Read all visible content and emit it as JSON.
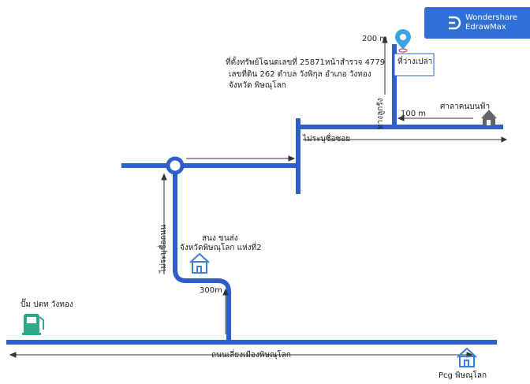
{
  "brand": {
    "line1": "Wondershare",
    "line2": "EdrawMax"
  },
  "labels": {
    "address_l1": "ที่ตั้งทรัพย์โฉนดเลขที่ 25871หน้าสำรวจ 4779",
    "address_l2": "เลขที่ดิน 262 ตำบล วังพิกุล อำเภอ วังทอง",
    "address_l3": "จังหวัด พิษณุโลก",
    "vacant_lot": "ที่ว่างเปล่า",
    "dist_200": "200 m",
    "dist_100": "100 m",
    "dist_300": "300m",
    "laterite_road": "ทางลูกรัง",
    "pavilion": "ศาลาคนบนฟ้า",
    "unnamed_soi": "ไม่ระบุชื่อซอย",
    "unnamed_road": "ไม่ระบุชื่อถนน",
    "office_l1": "สนง ขนส่ง",
    "office_l2": "จังหวัดพิษณุโลก แห่งที่2",
    "gas_station": "ปั๊ม ปตท วังทอง",
    "bypass": "ถนนเลี่ยงเมืองพิษณุโลก",
    "pcg": "Pcg พิษณุโลก"
  },
  "colors": {
    "road": "#2e5fc9",
    "brand": "#2f6fd6",
    "pin": "#3aa3e0",
    "house": "#3b7fd8",
    "pavilion": "#666666",
    "gas": "#2fa889"
  },
  "icons": [
    "location-pin-icon",
    "pavilion-icon",
    "house-icon",
    "gas-station-icon",
    "edrawmax-logo-icon"
  ]
}
